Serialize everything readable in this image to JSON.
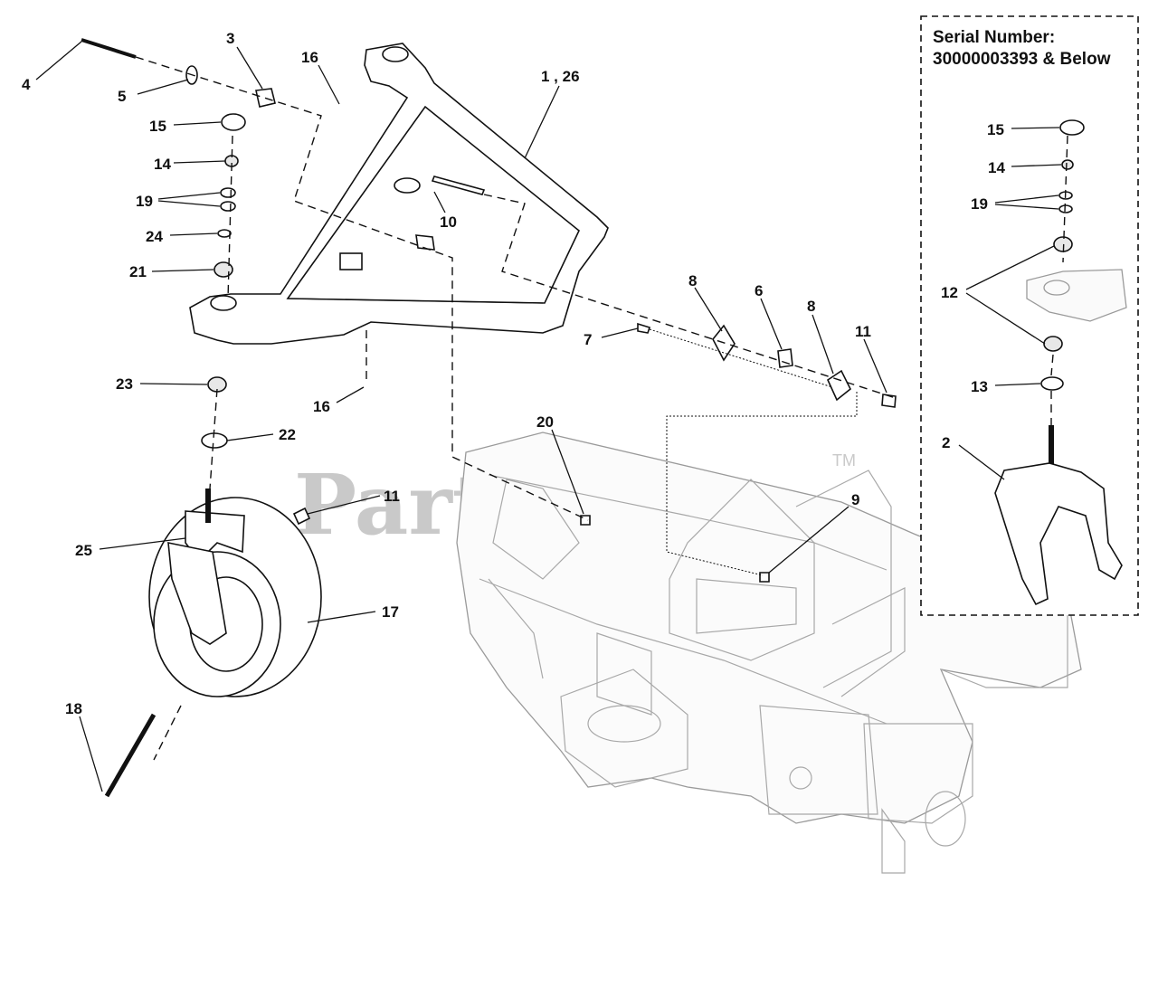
{
  "watermark": {
    "text": "PartsTree",
    "mark": "TM"
  },
  "inset": {
    "title_line1": "Serial Number:",
    "title_line2": "30000003393 & Below",
    "callouts": {
      "c15": "15",
      "c14": "14",
      "c19": "19",
      "c12": "12",
      "c13": "13",
      "c2": "2"
    }
  },
  "callouts": {
    "c4": "4",
    "c3": "3",
    "c5": "5",
    "c16a": "16",
    "c1_26": "1 , 26",
    "c15": "15",
    "c14": "14",
    "c19": "19",
    "c24": "24",
    "c21": "21",
    "c10": "10",
    "c8a": "8",
    "c6": "6",
    "c8b": "8",
    "c11a": "11",
    "c7": "7",
    "c23": "23",
    "c16b": "16",
    "c22": "22",
    "c20": "20",
    "c9": "9",
    "c11b": "11",
    "c25": "25",
    "c17": "17",
    "c18": "18"
  }
}
